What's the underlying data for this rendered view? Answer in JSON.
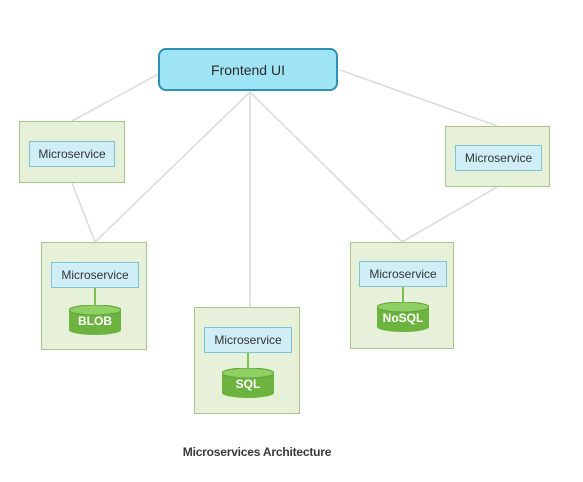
{
  "diagram": {
    "frontend": {
      "label": "Frontend UI"
    },
    "services": [
      {
        "label": "Microservice",
        "store": ""
      },
      {
        "label": "Microservice",
        "store": "BLOB"
      },
      {
        "label": "Microservice",
        "store": "SQL"
      },
      {
        "label": "Microservice",
        "store": "NoSQL"
      },
      {
        "label": "Microservice",
        "store": ""
      }
    ],
    "caption": "Microservices Architecture",
    "colors": {
      "frontend_fill": "#9fe4f5",
      "frontend_border": "#2f8fb6",
      "panel_fill": "#e7f1da",
      "panel_border": "#a9c48c",
      "service_fill": "#cfeef6",
      "service_border": "#7fc2d6",
      "database_fill": "#6db33f",
      "connector": "#dcdcdc"
    }
  }
}
